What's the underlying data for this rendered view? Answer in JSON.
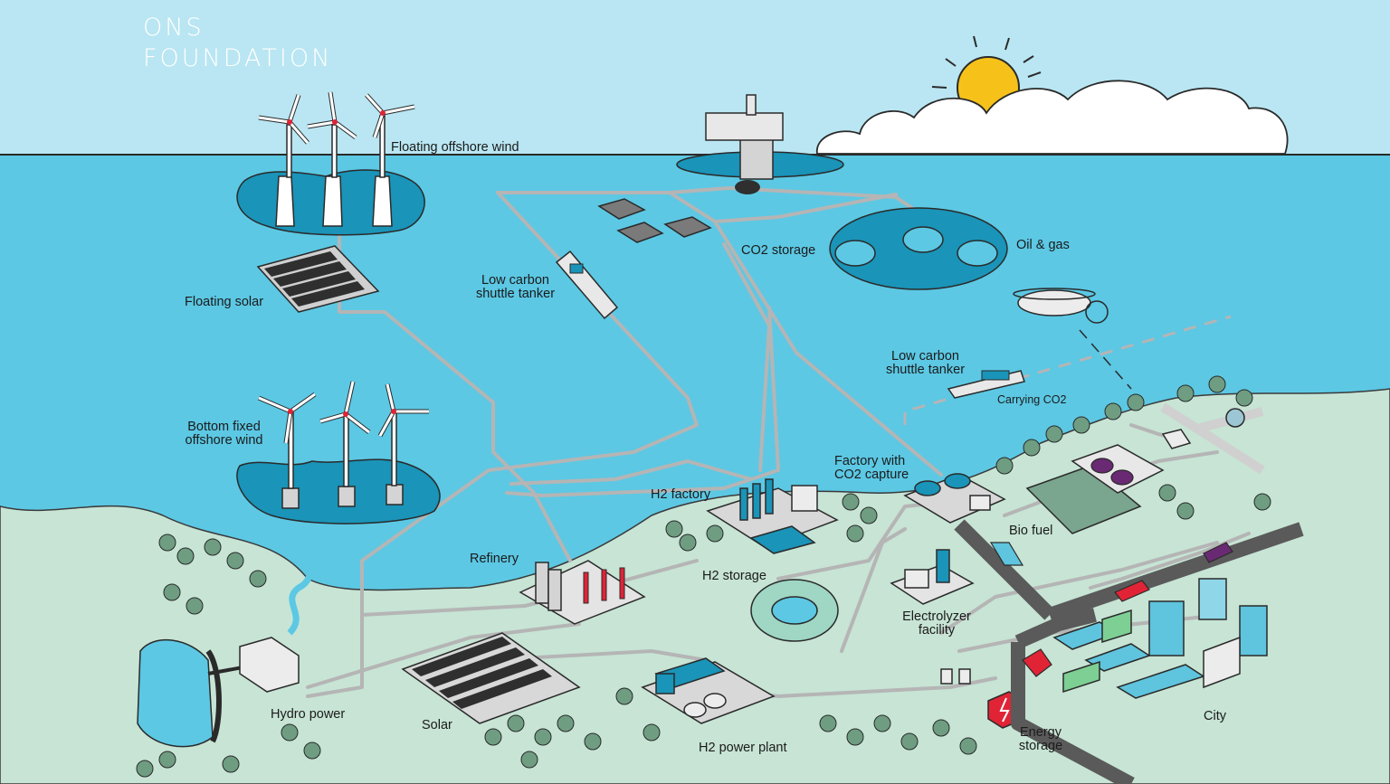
{
  "logo": {
    "line1": "ONS",
    "line2": "FOUNDATION"
  },
  "colors": {
    "sky": "#b9e6f2",
    "sea": "#5cc8e4",
    "water_deep": "#1a94b8",
    "land": "#c7e4d5",
    "flow_lines": "#b5b5b5",
    "sun": "#f6c21a",
    "trees": "#6f9d82",
    "buildings": "#5fc4dd",
    "accent_red": "#e02436",
    "bio_purple": "#6a2a73",
    "road": "#5a5a5a"
  },
  "labels": {
    "floating_offshore_wind": "Floating offshore wind",
    "floating_solar": "Floating solar",
    "low_carbon_tanker_1": "Low carbon\nshuttle tanker",
    "co2_storage": "CO2 storage",
    "oil_gas": "Oil & gas",
    "low_carbon_tanker_2": "Low carbon\nshuttle tanker",
    "carrying_co2": "Carrying CO2",
    "bottom_fixed_wind": "Bottom fixed\noffshore wind",
    "h2_factory": "H2 factory",
    "factory_co2_capture": "Factory  with\nCO2 capture",
    "refinery": "Refinery",
    "h2_storage": "H2 storage",
    "bio_fuel": "Bio fuel",
    "electrolyzer_facility": "Electrolyzer\nfacility",
    "hydro_power": "Hydro power",
    "solar": "Solar",
    "h2_power_plant": "H2 power plant",
    "energy_storage": "Energy\nstorage",
    "city": "City"
  }
}
